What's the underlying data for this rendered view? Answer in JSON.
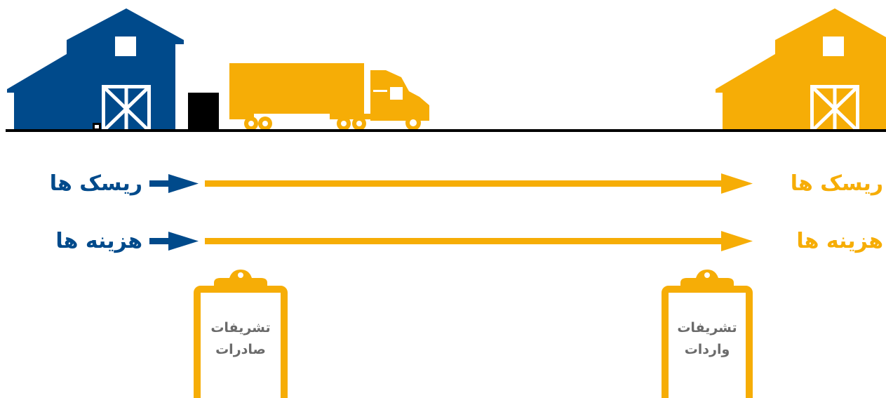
{
  "colors": {
    "origin_blue": "#004a8b",
    "destination_gold": "#f6ad06",
    "ground": "#000000",
    "clipboard_text": "#6b6b6b"
  },
  "icons": [
    "origin-warehouse-icon",
    "container-icon",
    "truck-icon",
    "destination-warehouse-icon",
    "clipboard-icon"
  ],
  "left_labels": {
    "risks": "ریسک ها",
    "costs": "هزینه ها"
  },
  "right_labels": {
    "risks": "ریسک ها",
    "costs": "هزینه ها"
  },
  "export_clipboard": {
    "line1": "تشریفات",
    "line2": "صادرات"
  },
  "import_clipboard": {
    "line1": "تشریفات",
    "line2": "واردات"
  }
}
